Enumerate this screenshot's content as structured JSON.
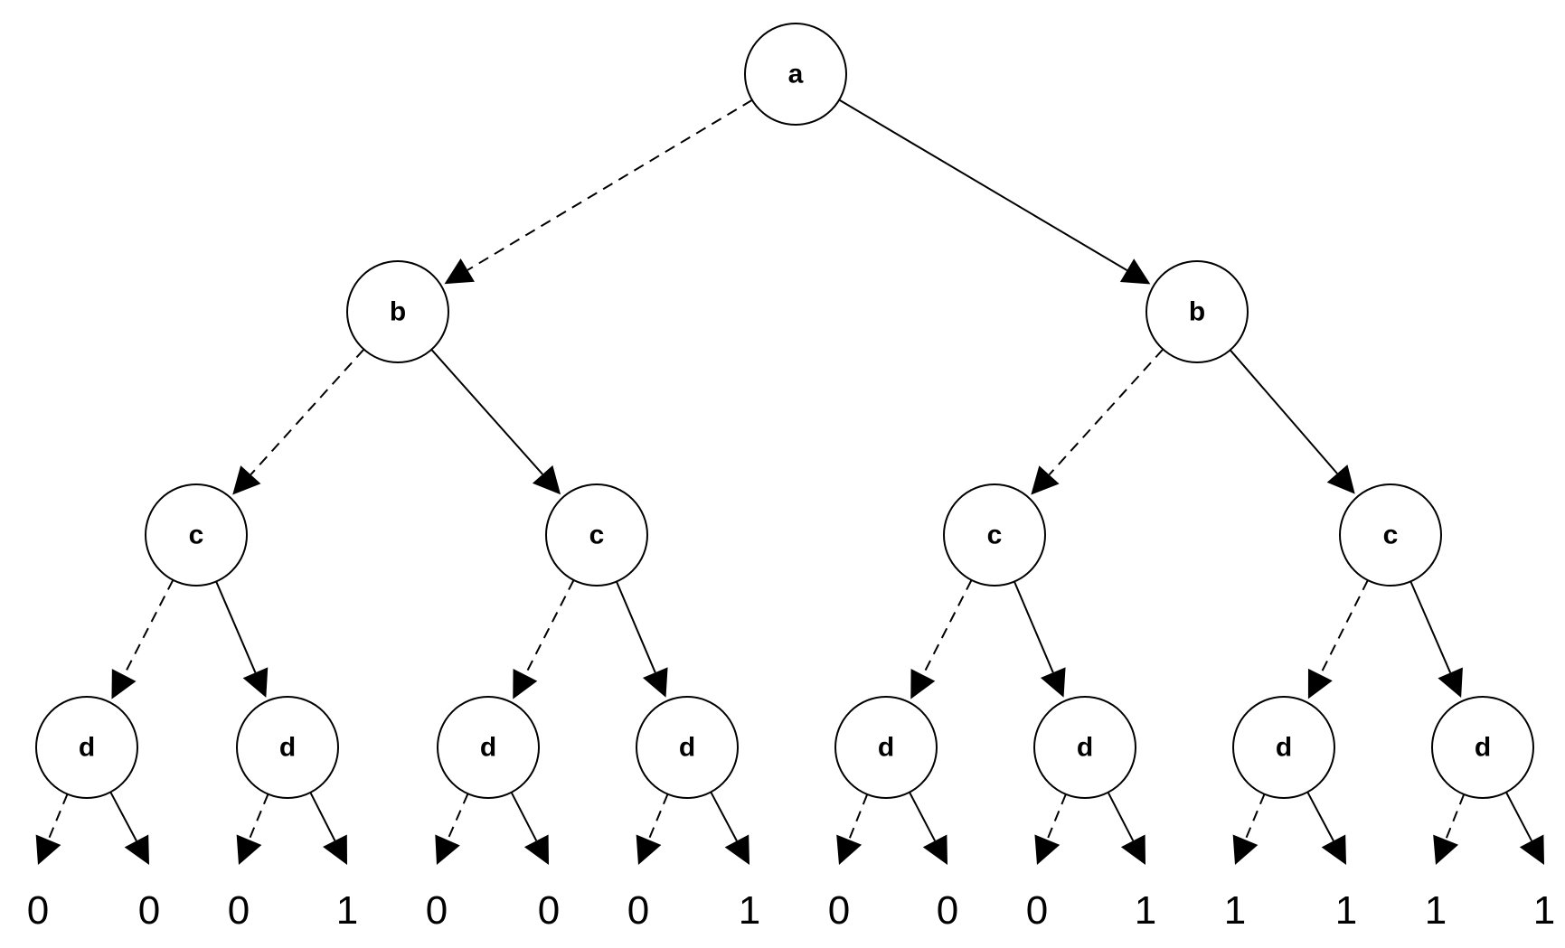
{
  "tree": {
    "nodes": [
      {
        "id": "n0",
        "label": "a",
        "level": 0
      },
      {
        "id": "n1",
        "label": "b",
        "level": 1
      },
      {
        "id": "n2",
        "label": "b",
        "level": 1
      },
      {
        "id": "n3",
        "label": "c",
        "level": 2
      },
      {
        "id": "n4",
        "label": "c",
        "level": 2
      },
      {
        "id": "n5",
        "label": "c",
        "level": 2
      },
      {
        "id": "n6",
        "label": "c",
        "level": 2
      },
      {
        "id": "n7",
        "label": "d",
        "level": 3
      },
      {
        "id": "n8",
        "label": "d",
        "level": 3
      },
      {
        "id": "n9",
        "label": "d",
        "level": 3
      },
      {
        "id": "n10",
        "label": "d",
        "level": 3
      },
      {
        "id": "n11",
        "label": "d",
        "level": 3
      },
      {
        "id": "n12",
        "label": "d",
        "level": 3
      },
      {
        "id": "n13",
        "label": "d",
        "level": 3
      },
      {
        "id": "n14",
        "label": "d",
        "level": 3
      }
    ],
    "leaves": [
      "0",
      "0",
      "0",
      "1",
      "0",
      "0",
      "0",
      "1",
      "0",
      "0",
      "0",
      "1",
      "1",
      "1",
      "1",
      "1"
    ],
    "edge_styles": {
      "low": "dashed",
      "high": "solid"
    },
    "colors": {
      "stroke": "#000000",
      "fill": "#ffffff"
    }
  }
}
